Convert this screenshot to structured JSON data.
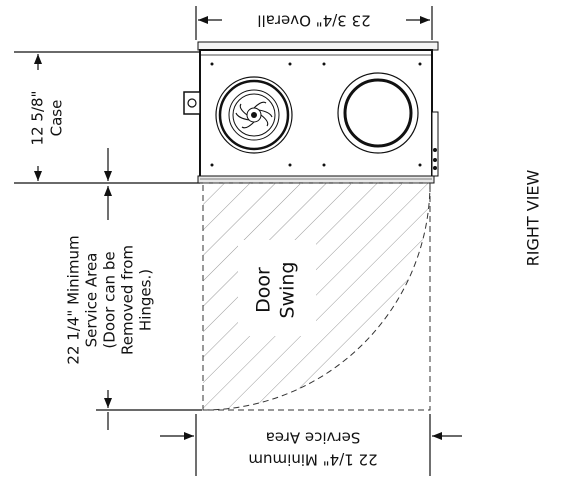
{
  "labels": {
    "overall": "23 3/4\" Overall",
    "case_line1": "12 5/8\"",
    "case_line2": "Case",
    "service_side_1": "22 1/4\" Minimum",
    "service_side_2": "Service Area",
    "service_side_3": "(Door can be",
    "service_side_4": "Removed from",
    "service_side_5": "Hinges.)",
    "door_1": "Door",
    "door_2": "Swing",
    "service_bottom_1": "22 1/4\" Minimum",
    "service_bottom_2": "Service Area",
    "view": "RIGHT VIEW"
  }
}
